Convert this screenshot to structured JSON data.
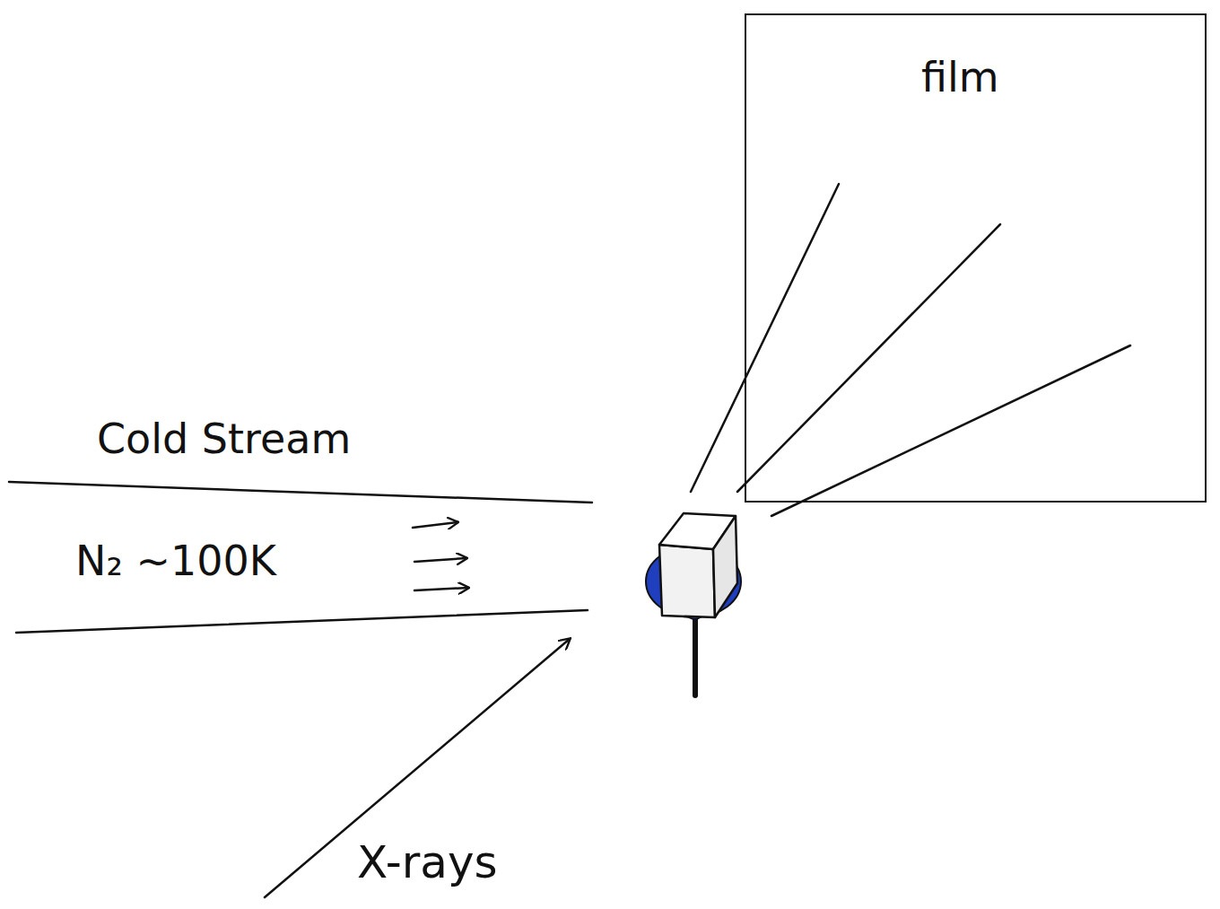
{
  "diagram": {
    "nodes": [
      {
        "text": [
          "film"
        ]
      }
    ],
    "labels": [
      "Cold Stream",
      "N₂ ~100K",
      "X-rays"
    ]
  }
}
